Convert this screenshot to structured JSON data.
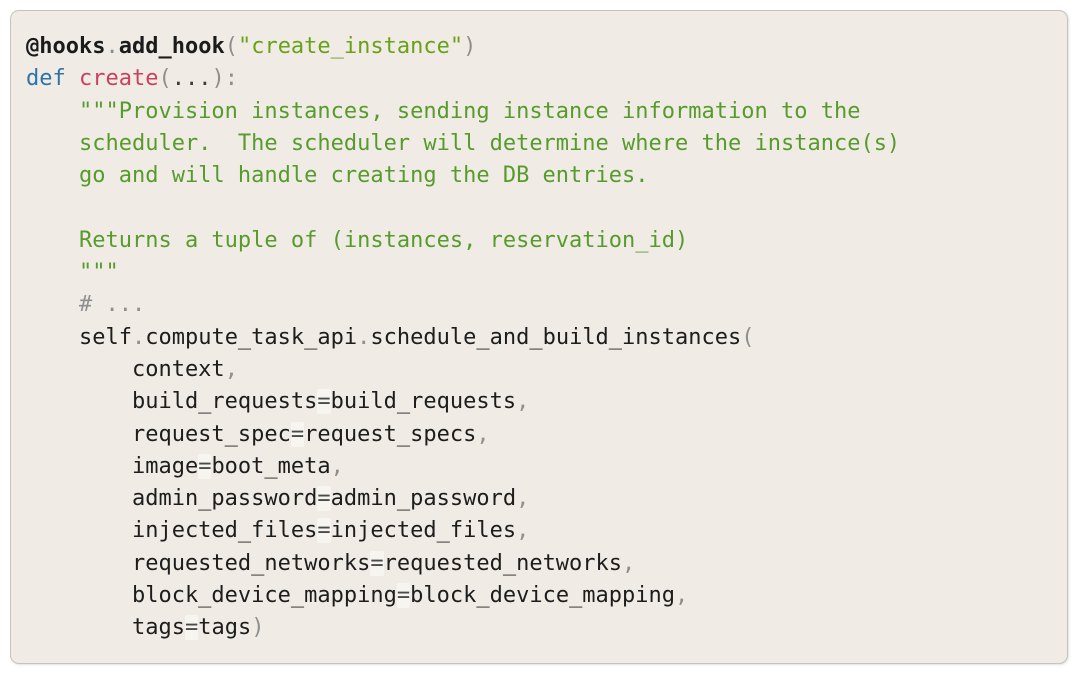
{
  "palette": {
    "page-bg": "#ffffff",
    "card-bg": "#f0ece5",
    "card-border": "#c6c3be",
    "tok-plain": "#1d1d1d",
    "tok-decorator": "#1b1b1b",
    "tok-punct": "#8f8f8f",
    "tok-string": "#69a118",
    "tok-keyword": "#2d73aa",
    "tok-funcname": "#c8425f",
    "tok-docstring": "#579b2d",
    "tok-comment": "#8f8f8f",
    "tok-operator": "#4a4a4a",
    "tok-ellipsis": "#3c3c3c"
  },
  "code": {
    "language": "python",
    "token_types": {
      "dec": "decorator-identifier-bold",
      "p": "punctuation",
      "s": "string-literal",
      "k": "keyword",
      "f": "function-name",
      "d": "docstring",
      "c": "comment",
      "t": "identifier-plain",
      "o": "operator-equals",
      "e": "ellipsis-dots"
    },
    "plain_text": "@hooks.add_hook(\"create_instance\")\ndef create(...):\n    \"\"\"Provision instances, sending instance information to the\n    scheduler.  The scheduler will determine where the instance(s)\n    go and will handle creating the DB entries.\n\n    Returns a tuple of (instances, reservation_id)\n    \"\"\"\n    # ...\n    self.compute_task_api.schedule_and_build_instances(\n        context,\n        build_requests=build_requests,\n        request_spec=request_specs,\n        image=boot_meta,\n        admin_password=admin_password,\n        injected_files=injected_files,\n        requested_networks=requested_networks,\n        block_device_mapping=block_device_mapping,\n        tags=tags)",
    "lines": [
      [
        [
          "dec",
          "@hooks"
        ],
        [
          "p",
          "."
        ],
        [
          "dec",
          "add_hook"
        ],
        [
          "p",
          "("
        ],
        [
          "s",
          "\"create_instance\""
        ],
        [
          "p",
          ")"
        ]
      ],
      [
        [
          "k",
          "def"
        ],
        [
          "t",
          " "
        ],
        [
          "f",
          "create"
        ],
        [
          "p",
          "("
        ],
        [
          "e",
          "..."
        ],
        [
          "p",
          "):"
        ]
      ],
      [
        [
          "d",
          "    \"\"\"Provision instances, sending instance information to the"
        ]
      ],
      [
        [
          "d",
          "    scheduler.  The scheduler will determine where the instance(s)"
        ]
      ],
      [
        [
          "d",
          "    go and will handle creating the DB entries."
        ]
      ],
      [],
      [
        [
          "d",
          "    Returns a tuple of (instances, reservation_id)"
        ]
      ],
      [
        [
          "d",
          "    \"\"\""
        ]
      ],
      [
        [
          "c",
          "    # ..."
        ]
      ],
      [
        [
          "t",
          "    self"
        ],
        [
          "p",
          "."
        ],
        [
          "t",
          "compute_task_api"
        ],
        [
          "p",
          "."
        ],
        [
          "t",
          "schedule_and_build_instances"
        ],
        [
          "p",
          "("
        ]
      ],
      [
        [
          "t",
          "        context"
        ],
        [
          "p",
          ","
        ]
      ],
      [
        [
          "t",
          "        build_requests"
        ],
        [
          "o",
          "="
        ],
        [
          "t",
          "build_requests"
        ],
        [
          "p",
          ","
        ]
      ],
      [
        [
          "t",
          "        request_spec"
        ],
        [
          "o",
          "="
        ],
        [
          "t",
          "request_specs"
        ],
        [
          "p",
          ","
        ]
      ],
      [
        [
          "t",
          "        image"
        ],
        [
          "o",
          "="
        ],
        [
          "t",
          "boot_meta"
        ],
        [
          "p",
          ","
        ]
      ],
      [
        [
          "t",
          "        admin_password"
        ],
        [
          "o",
          "="
        ],
        [
          "t",
          "admin_password"
        ],
        [
          "p",
          ","
        ]
      ],
      [
        [
          "t",
          "        injected_files"
        ],
        [
          "o",
          "="
        ],
        [
          "t",
          "injected_files"
        ],
        [
          "p",
          ","
        ]
      ],
      [
        [
          "t",
          "        requested_networks"
        ],
        [
          "o",
          "="
        ],
        [
          "t",
          "requested_networks"
        ],
        [
          "p",
          ","
        ]
      ],
      [
        [
          "t",
          "        block_device_mapping"
        ],
        [
          "o",
          "="
        ],
        [
          "t",
          "block_device_mapping"
        ],
        [
          "p",
          ","
        ]
      ],
      [
        [
          "t",
          "        tags"
        ],
        [
          "o",
          "="
        ],
        [
          "t",
          "tags"
        ],
        [
          "p",
          ")"
        ]
      ]
    ]
  }
}
